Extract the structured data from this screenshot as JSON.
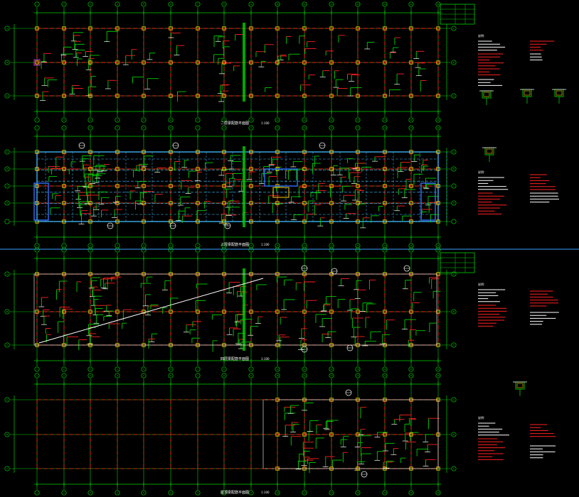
{
  "drawing": {
    "scale_label": "1:100",
    "plans": [
      {
        "id": "plan-1",
        "title": "二层梁配筋平面图"
      },
      {
        "id": "plan-2",
        "title": "三层梁配筋平面图"
      },
      {
        "id": "plan-3",
        "title": "四层梁配筋平面图"
      },
      {
        "id": "plan-4",
        "title": "屋顶梁配筋平面图"
      }
    ],
    "notes_heading": "说明：",
    "grid_labels": [
      "1",
      "2",
      "3",
      "4",
      "5",
      "6",
      "7",
      "8",
      "9",
      "10",
      "11",
      "12",
      "13",
      "14",
      "15",
      "16"
    ],
    "row_labels": [
      "A",
      "B",
      "C",
      "D"
    ],
    "colors": {
      "background": "#000000",
      "grid_green": "#00d000",
      "beam_red": "#ff2020",
      "wall_cyan": "#40c0ff",
      "annot_white": "#ffffff",
      "column_yellow": "#ffd000",
      "section_magenta": "#ff40ff",
      "divider_blue": "#3aa0ff"
    }
  }
}
